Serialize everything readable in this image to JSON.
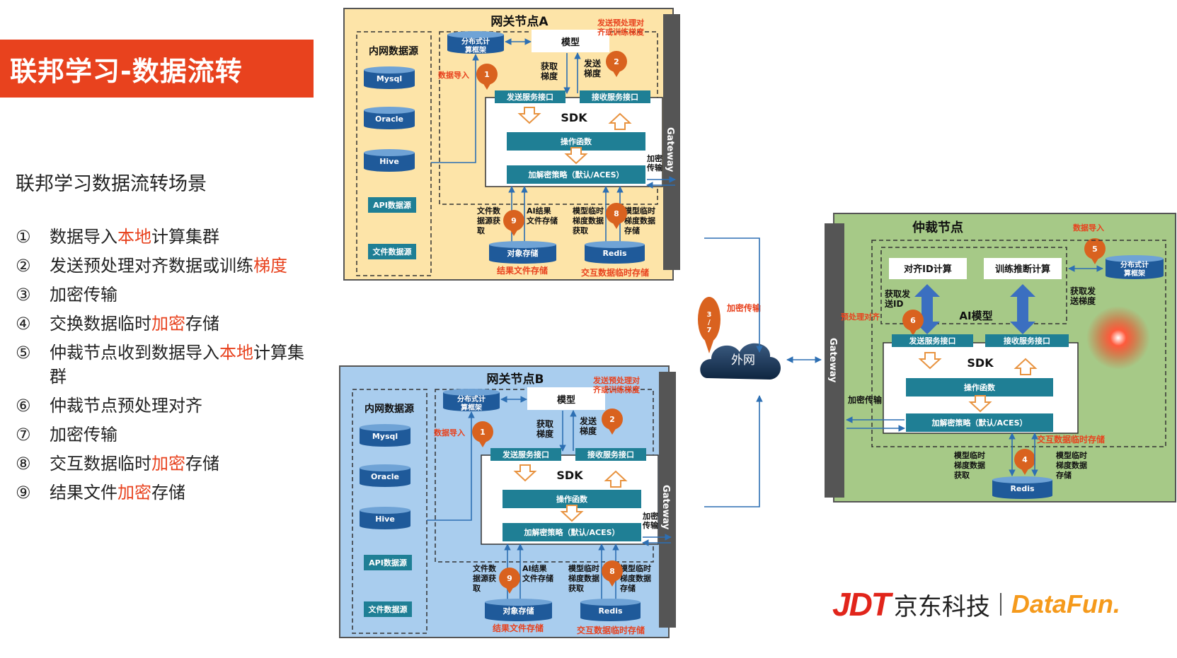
{
  "slide": {
    "title": "联邦学习-数据流转",
    "subtitle": "联邦学习数据流转场景"
  },
  "steps": [
    {
      "num": "①",
      "parts": [
        {
          "t": "数据导入"
        },
        {
          "t": "本地",
          "red": true
        },
        {
          "t": "计算集群"
        }
      ]
    },
    {
      "num": "②",
      "parts": [
        {
          "t": "发送预处理对齐数据或训练"
        },
        {
          "t": "梯度",
          "red": true
        }
      ]
    },
    {
      "num": "③",
      "parts": [
        {
          "t": "加密传输"
        }
      ]
    },
    {
      "num": "④",
      "parts": [
        {
          "t": "交换数据临时"
        },
        {
          "t": "加密",
          "red": true
        },
        {
          "t": "存储"
        }
      ]
    },
    {
      "num": "⑤",
      "parts": [
        {
          "t": "仲裁节点收到数据导入"
        },
        {
          "t": "本地",
          "red": true
        },
        {
          "t": "计算集群"
        }
      ]
    },
    {
      "num": "⑥",
      "parts": [
        {
          "t": "仲裁节点预处理对齐"
        }
      ]
    },
    {
      "num": "⑦",
      "parts": [
        {
          "t": "加密传输"
        }
      ]
    },
    {
      "num": "⑧",
      "parts": [
        {
          "t": "交互数据临时"
        },
        {
          "t": "加密",
          "red": true
        },
        {
          "t": "存储"
        }
      ]
    },
    {
      "num": "⑨",
      "parts": [
        {
          "t": "结果文件"
        },
        {
          "t": "加密",
          "red": true
        },
        {
          "t": "存储"
        }
      ]
    }
  ],
  "gateway_a": {
    "title": "网关节点A",
    "intranet_title": "内网数据源",
    "sources": [
      "Mysql",
      "Oracle",
      "Hive",
      "API数据源",
      "文件数据源"
    ],
    "dist_compute": "分布式计算框架",
    "model": "模型",
    "send_aligned": "发送预处理对齐或训练梯度",
    "data_import": "数据导入",
    "get_grad": "获取梯度",
    "send_grad": "发送梯度",
    "send_if": "发送服务接口",
    "recv_if": "接收服务接口",
    "sdk": "SDK",
    "op_func": "操作函数",
    "crypto": "加解密策略（默认/ACES）",
    "enc_trans": "加密传输",
    "gateway": "Gateway",
    "file_fetch": "文件数据源获取",
    "ai_result": "AI结果文件存储",
    "model_tmp_get": "模型临时梯度数据获取",
    "model_tmp_store": "模型临时梯度数据存储",
    "obj_store": "对象存储",
    "redis": "Redis",
    "result_store": "结果文件存储",
    "interact_store": "交互数据临时存储",
    "badges": [
      "1",
      "2",
      "9",
      "8"
    ]
  },
  "gateway_b": {
    "title": "网关节点B",
    "intranet_title": "内网数据源",
    "sources": [
      "Mysql",
      "Oracle",
      "Hive",
      "API数据源",
      "文件数据源"
    ],
    "dist_compute": "分布式计算框架",
    "model": "模型",
    "send_aligned": "发送预处理对齐或训练梯度",
    "data_import": "数据导入",
    "get_grad": "获取梯度",
    "send_grad": "发送梯度",
    "send_if": "发送服务接口",
    "recv_if": "接收服务接口",
    "sdk": "SDK",
    "op_func": "操作函数",
    "crypto": "加解密策略（默认/ACES）",
    "enc_trans": "加密传输",
    "gateway": "Gateway",
    "file_fetch": "文件数据源获取",
    "ai_result": "AI结果文件存储",
    "model_tmp_get": "模型临时梯度数据获取",
    "model_tmp_store": "模型临时梯度数据存储",
    "obj_store": "对象存储",
    "redis": "Redis",
    "result_store": "结果文件存储",
    "interact_store": "交互数据临时存储",
    "badges": [
      "1",
      "2",
      "9",
      "8"
    ]
  },
  "network": {
    "cloud": "外网",
    "enc_trans": "加密传输",
    "badge": "3/7"
  },
  "arbiter": {
    "title": "仲裁节点",
    "data_import": "数据导入",
    "dist_compute": "分布式计算框架",
    "align_id": "对齐ID计算",
    "train_infer": "训练推断计算",
    "get_send_id": "获取发送ID",
    "get_send_grad": "获取发送梯度",
    "preprocess_align": "预处理对齐",
    "ai_model": "AI模型",
    "send_if": "发送服务接口",
    "recv_if": "接收服务接口",
    "sdk": "SDK",
    "op_func": "操作函数",
    "crypto": "加解密策略（默认/ACES）",
    "enc_trans": "加密传输",
    "interact_store": "交互数据临时存储",
    "model_tmp_get": "模型临时梯度数据获取",
    "model_tmp_store": "模型临时梯度数据存储",
    "redis": "Redis",
    "gateway": "Gateway",
    "badges": [
      "5",
      "6",
      "4"
    ]
  },
  "logo": {
    "jdt": "JDT",
    "jd_cn": "京东科技",
    "datafun": "DataFun."
  },
  "colors": {
    "accent": "#e8421e",
    "teal": "#1f7f95",
    "orange_badge": "#d9621f",
    "panel_a": "#fde4a8",
    "panel_b": "#a9cdee",
    "panel_arb": "#a6c987",
    "gateway": "#555555"
  }
}
